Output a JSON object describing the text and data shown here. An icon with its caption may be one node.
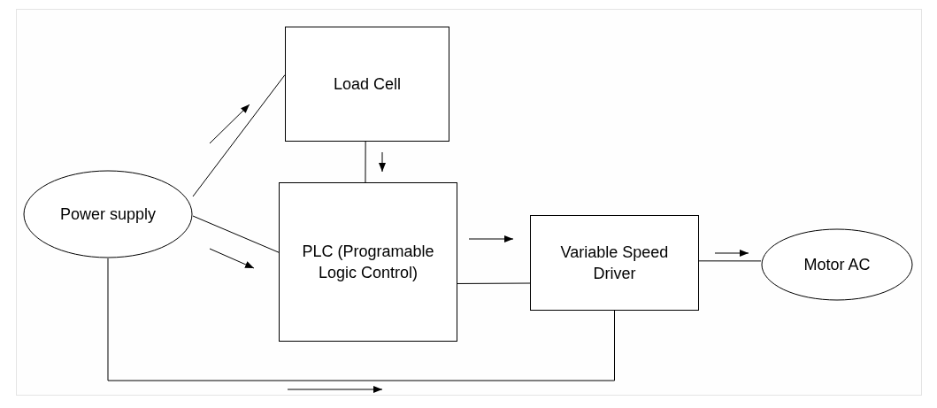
{
  "diagram": {
    "nodes": [
      {
        "text": [
          "Power supply"
        ]
      },
      {
        "text": [
          "Load Cell"
        ]
      },
      {
        "text": [
          "PLC (Programable Logic Control)"
        ]
      },
      {
        "text": [
          "Variable Speed Driver"
        ]
      },
      {
        "text": [
          "Motor AC"
        ]
      }
    ],
    "edges": [
      {
        "from": 0,
        "to": 1,
        "arrow": "none"
      },
      {
        "from": 0,
        "to": 2,
        "arrow": "none"
      },
      {
        "from": 1,
        "to": 2,
        "arrow": "none"
      },
      {
        "from": 2,
        "to": 3,
        "arrow": "none"
      },
      {
        "from": 3,
        "to": 4,
        "arrow": "none"
      },
      {
        "from": 0,
        "to": 3,
        "arrow": "none"
      }
    ]
  }
}
